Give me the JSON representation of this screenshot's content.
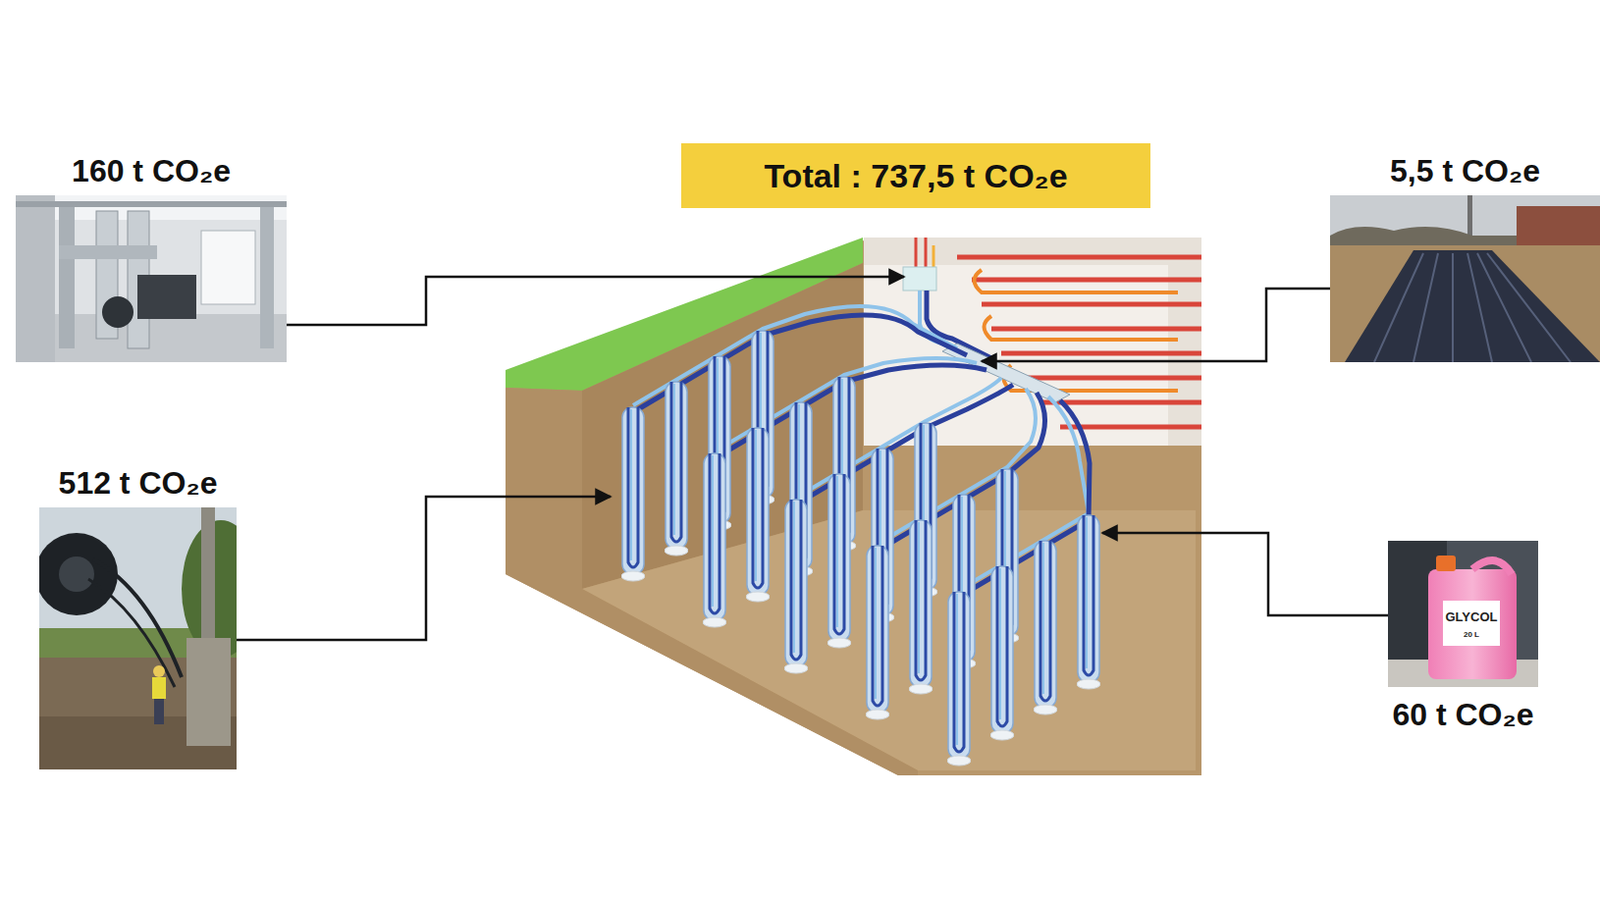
{
  "diagram": {
    "title": "Total : 737,5 t CO₂e",
    "nodes": [
      {
        "text": [
          "160 t CO₂e"
        ]
      },
      {
        "text": [
          "5,5 t CO₂e"
        ]
      },
      {
        "text": [
          "512 t CO₂e"
        ]
      },
      {
        "text": [
          "60 t CO₂e"
        ]
      }
    ],
    "labels": [
      "GLYCOL",
      "20 L"
    ]
  }
}
